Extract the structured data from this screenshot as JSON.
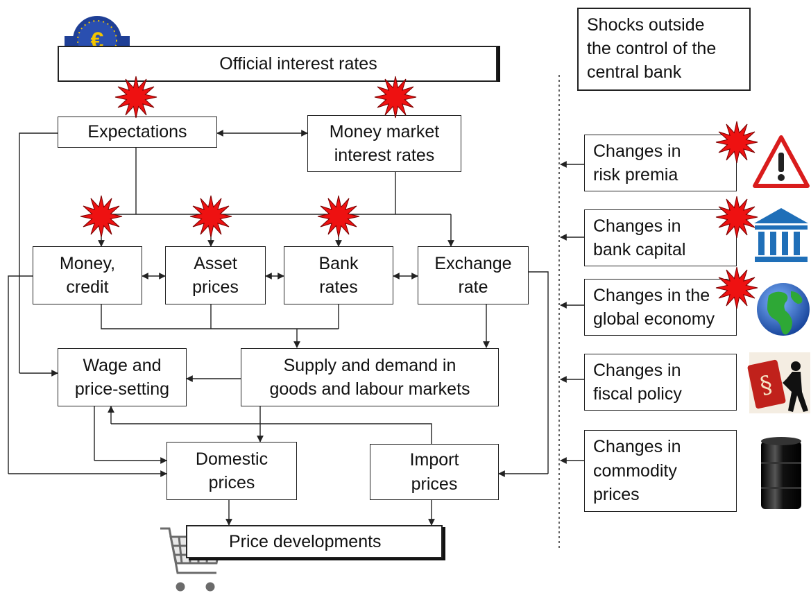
{
  "official_rates": "Official interest rates",
  "shocks_header": "Shocks outside\nthe control of the\ncentral bank",
  "boxes": {
    "expectations": "Expectations",
    "money_market": "Money market\ninterest rates",
    "money_credit": "Money,\ncredit",
    "asset_prices": "Asset\nprices",
    "bank_rates": "Bank\nrates",
    "exchange_rate": "Exchange\nrate",
    "wage_price": "Wage and\nprice-setting",
    "supply_demand": "Supply and demand in\ngoods and labour markets",
    "domestic_prices": "Domestic\nprices",
    "import_prices": "Import\nprices",
    "price_developments": "Price developments"
  },
  "shocks": [
    {
      "label": "Changes in\nrisk premia",
      "icon": "warning-sign-icon"
    },
    {
      "label": "Changes in\nbank capital",
      "icon": "bank-building-icon"
    },
    {
      "label": "Changes in the\nglobal economy",
      "icon": "globe-icon"
    },
    {
      "label": "Changes in\nfiscal policy",
      "icon": "fiscal-paragraph-icon"
    },
    {
      "label": "Changes in\ncommodity\nprices",
      "icon": "oil-barrel-icon"
    }
  ],
  "colors": {
    "shock_burst": "#ee1111",
    "ecb_blue": "#1f3f96",
    "ecb_gold": "#f2c500",
    "warning_red": "#d91c1c",
    "bank_blue": "#1f6fb8",
    "globe_ocean": "#1e5cc9",
    "globe_land": "#2ea836",
    "fiscal_red": "#c0211b",
    "barrel_black": "#111111",
    "line": "#222222"
  }
}
